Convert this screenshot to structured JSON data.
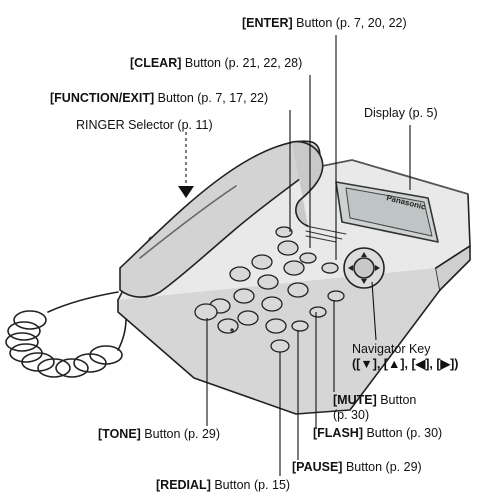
{
  "callouts": {
    "enter": {
      "name": "[ENTER]",
      "text": " Button (p. 7, 20, 22)"
    },
    "clear": {
      "name": "[CLEAR]",
      "text": " Button (p. 21, 22, 28)"
    },
    "function": {
      "name": "[FUNCTION/EXIT]",
      "text": " Button (p. 7, 17, 22)"
    },
    "ringer": {
      "text": "RINGER Selector (p. 11)"
    },
    "display": {
      "text": "Display (p. 5)"
    },
    "navigator": {
      "line1": "Navigator Key",
      "line2": "([▼], [▲], [◀], [▶])"
    },
    "mute": {
      "name": "[MUTE]",
      "text": " Button",
      "line2": "(p. 30)"
    },
    "flash": {
      "name": "[FLASH]",
      "text": " Button (p. 30)"
    },
    "tone": {
      "name": "[TONE]",
      "text": " Button (p. 29)"
    },
    "pause": {
      "name": "[PAUSE]",
      "text": " Button (p. 29)"
    },
    "redial": {
      "name": "[REDIAL]",
      "text": " Button (p. 15)"
    }
  },
  "phone": {
    "brand": "Panasonic"
  }
}
